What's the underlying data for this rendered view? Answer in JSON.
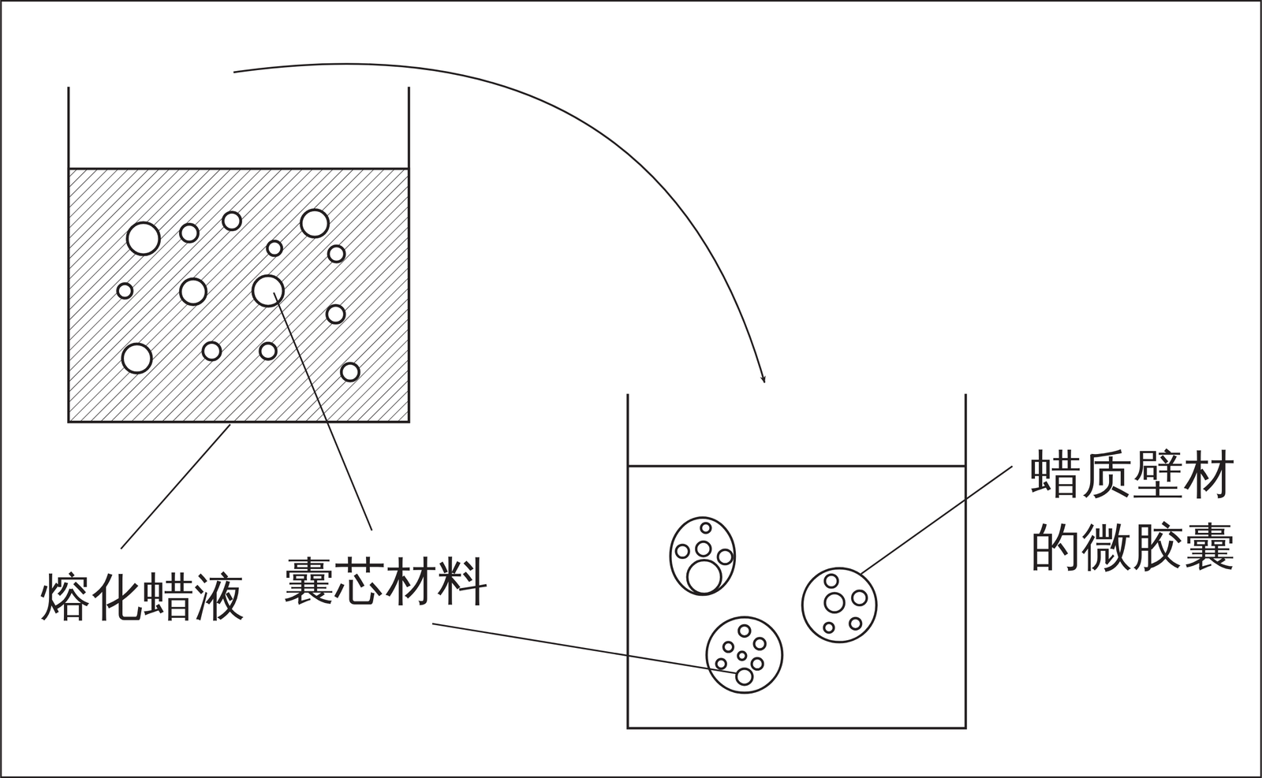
{
  "diagram": {
    "labels": [
      "熔化蜡液",
      "囊芯材料",
      "蜡质壁材 的微胶囊"
    ]
  }
}
